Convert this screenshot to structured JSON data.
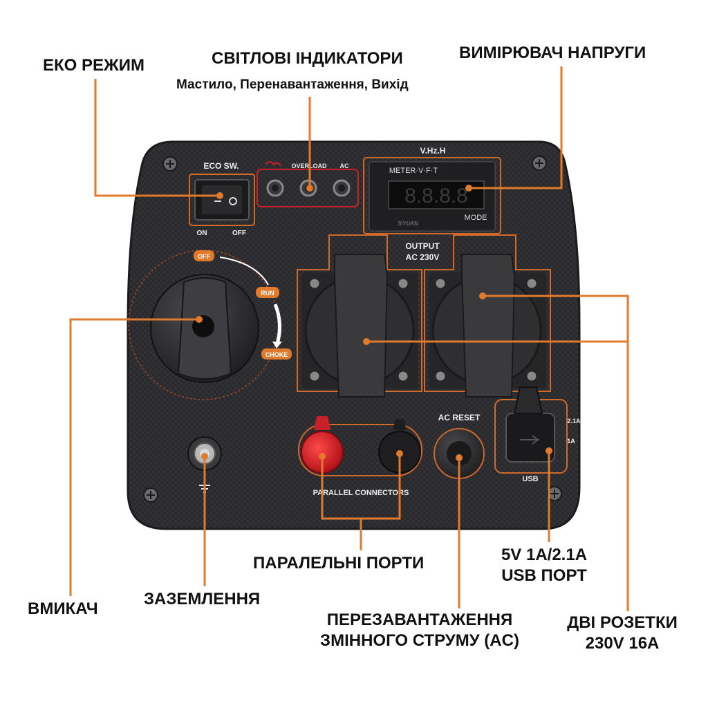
{
  "callouts": {
    "eco_mode": "ЕКО РЕЖИМ",
    "indicators_title": "СВІТЛОВІ ІНДИКАТОРИ",
    "indicators_sub": "Мастило, Перенавантаження, Вихід",
    "voltmeter": "ВИМІРЮВАЧ НАПРУГИ",
    "parallel_ports": "ПАРАЛЕЛЬНІ ПОРТИ",
    "usb_line1": "5V 1A/2.1A",
    "usb_line2": "USB ПОРТ",
    "switch": "ВМИКАЧ",
    "grounding": "ЗАЗЕМЛЕННЯ",
    "ac_reset_line1": "ПЕРЕЗАВАНТАЖЕННЯ",
    "ac_reset_line2": "ЗМІННОГО СТРУМУ (AC)",
    "outlets_line1": "ДВІ РОЗЕТКИ",
    "outlets_line2": "230V 16A"
  },
  "panel": {
    "eco_sw_label": "ECO SW.",
    "eco_on": "ON",
    "eco_off": "OFF",
    "overload_label": "OVERLOAD",
    "ac_label": "AC",
    "meter_top_label": "V.Hz.H",
    "meter_brand": "METER·V·F·T",
    "meter_maker": "SIYUAN",
    "meter_mode": "MODE",
    "meter_display": "8.8.8.8",
    "output_line1": "OUTPUT",
    "output_line2": "AC 230V",
    "knob_off": "OFF",
    "knob_run": "RUN",
    "knob_choke": "CHOKE",
    "ac_reset": "AC RESET",
    "parallel_connectors": "PARALLEL CONNECTORS",
    "usb_label": "USB",
    "usb_21a": "2.1A",
    "usb_1a": "1A"
  },
  "colors": {
    "accent": "#e07a2c",
    "panel": "#2e2d30",
    "indicator_red": "#c8202a"
  }
}
